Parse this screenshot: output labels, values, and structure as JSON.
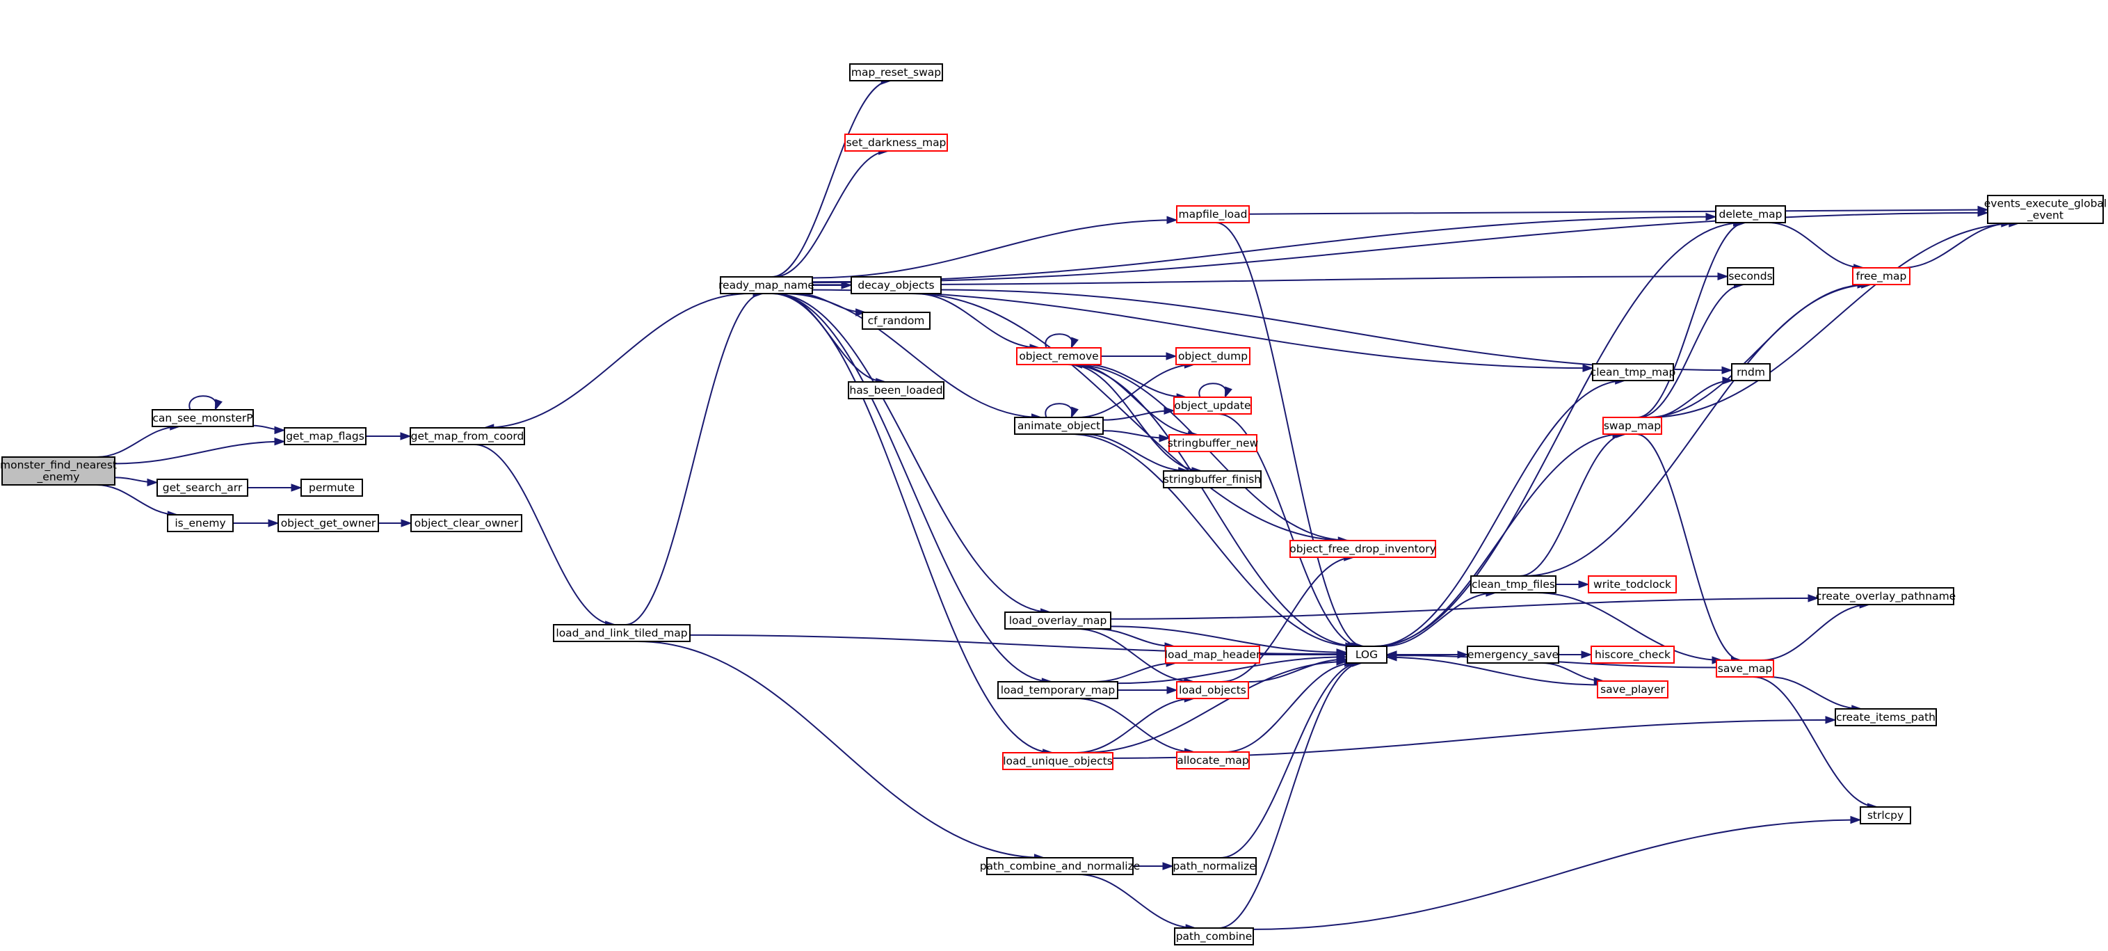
{
  "graph": {
    "edge_color": "#191970",
    "node_border_default": "#000000",
    "node_border_external": "#ff0000",
    "root_fill": "#bfbfbf",
    "nodes": [
      {
        "id": "monster_find_nearest_enemy",
        "lines": [
          "monster_find_nearest",
          "_enemy"
        ],
        "style": "root"
      },
      {
        "id": "can_see_monsterP",
        "lines": [
          "can_see_monsterP"
        ],
        "style": "black"
      },
      {
        "id": "get_map_flags",
        "lines": [
          "get_map_flags"
        ],
        "style": "black"
      },
      {
        "id": "get_search_arr",
        "lines": [
          "get_search_arr"
        ],
        "style": "black"
      },
      {
        "id": "permute",
        "lines": [
          "permute"
        ],
        "style": "black"
      },
      {
        "id": "is_enemy",
        "lines": [
          "is_enemy"
        ],
        "style": "black"
      },
      {
        "id": "object_get_owner",
        "lines": [
          "object_get_owner"
        ],
        "style": "black"
      },
      {
        "id": "object_clear_owner",
        "lines": [
          "object_clear_owner"
        ],
        "style": "black"
      },
      {
        "id": "get_map_from_coord",
        "lines": [
          "get_map_from_coord"
        ],
        "style": "black"
      },
      {
        "id": "load_and_link_tiled_map",
        "lines": [
          "load_and_link_tiled_map"
        ],
        "style": "black"
      },
      {
        "id": "ready_map_name",
        "lines": [
          "ready_map_name"
        ],
        "style": "black"
      },
      {
        "id": "map_reset_swap",
        "lines": [
          "map_reset_swap"
        ],
        "style": "black"
      },
      {
        "id": "set_darkness_map",
        "lines": [
          "set_darkness_map"
        ],
        "style": "red"
      },
      {
        "id": "decay_objects",
        "lines": [
          "decay_objects"
        ],
        "style": "black"
      },
      {
        "id": "cf_random",
        "lines": [
          "cf_random"
        ],
        "style": "black"
      },
      {
        "id": "has_been_loaded",
        "lines": [
          "has_been_loaded"
        ],
        "style": "black"
      },
      {
        "id": "animate_object",
        "lines": [
          "animate_object"
        ],
        "style": "black"
      },
      {
        "id": "load_overlay_map",
        "lines": [
          "load_overlay_map"
        ],
        "style": "black"
      },
      {
        "id": "load_temporary_map",
        "lines": [
          "load_temporary_map"
        ],
        "style": "black"
      },
      {
        "id": "load_unique_objects",
        "lines": [
          "load_unique_objects"
        ],
        "style": "red"
      },
      {
        "id": "path_combine_and_normalize",
        "lines": [
          "path_combine_and_normalize"
        ],
        "style": "black"
      },
      {
        "id": "path_normalize",
        "lines": [
          "path_normalize"
        ],
        "style": "black"
      },
      {
        "id": "path_combine",
        "lines": [
          "path_combine"
        ],
        "style": "black"
      },
      {
        "id": "mapfile_load",
        "lines": [
          "mapfile_load"
        ],
        "style": "red"
      },
      {
        "id": "object_remove",
        "lines": [
          "object_remove"
        ],
        "style": "red"
      },
      {
        "id": "object_dump",
        "lines": [
          "object_dump"
        ],
        "style": "red"
      },
      {
        "id": "object_update",
        "lines": [
          "object_update"
        ],
        "style": "red"
      },
      {
        "id": "stringbuffer_new",
        "lines": [
          "stringbuffer_new"
        ],
        "style": "red"
      },
      {
        "id": "stringbuffer_finish",
        "lines": [
          "stringbuffer_finish"
        ],
        "style": "black"
      },
      {
        "id": "object_free_drop_inventory",
        "lines": [
          "object_free_drop_inventory"
        ],
        "style": "red"
      },
      {
        "id": "load_map_header",
        "lines": [
          "load_map_header"
        ],
        "style": "red"
      },
      {
        "id": "load_objects",
        "lines": [
          "load_objects"
        ],
        "style": "red"
      },
      {
        "id": "allocate_map",
        "lines": [
          "allocate_map"
        ],
        "style": "red"
      },
      {
        "id": "LOG",
        "lines": [
          "LOG"
        ],
        "style": "black"
      },
      {
        "id": "clean_tmp_files",
        "lines": [
          "clean_tmp_files"
        ],
        "style": "black"
      },
      {
        "id": "emergency_save",
        "lines": [
          "emergency_save"
        ],
        "style": "black"
      },
      {
        "id": "write_todclock",
        "lines": [
          "write_todclock"
        ],
        "style": "red"
      },
      {
        "id": "hiscore_check",
        "lines": [
          "hiscore_check"
        ],
        "style": "red"
      },
      {
        "id": "save_player",
        "lines": [
          "save_player"
        ],
        "style": "red"
      },
      {
        "id": "clean_tmp_map",
        "lines": [
          "clean_tmp_map"
        ],
        "style": "black"
      },
      {
        "id": "swap_map",
        "lines": [
          "swap_map"
        ],
        "style": "red"
      },
      {
        "id": "delete_map",
        "lines": [
          "delete_map"
        ],
        "style": "black"
      },
      {
        "id": "seconds",
        "lines": [
          "seconds"
        ],
        "style": "black"
      },
      {
        "id": "rndm",
        "lines": [
          "rndm"
        ],
        "style": "black"
      },
      {
        "id": "free_map",
        "lines": [
          "free_map"
        ],
        "style": "red"
      },
      {
        "id": "events_execute_global_event",
        "lines": [
          "events_execute_global",
          "_event"
        ],
        "style": "black"
      },
      {
        "id": "save_map",
        "lines": [
          "save_map"
        ],
        "style": "red"
      },
      {
        "id": "create_overlay_pathname",
        "lines": [
          "create_overlay_pathname"
        ],
        "style": "black"
      },
      {
        "id": "create_items_path",
        "lines": [
          "create_items_path"
        ],
        "style": "black"
      },
      {
        "id": "strlcpy",
        "lines": [
          "strlcpy"
        ],
        "style": "black"
      }
    ],
    "edges": [
      [
        "monster_find_nearest_enemy",
        "can_see_monsterP"
      ],
      [
        "monster_find_nearest_enemy",
        "get_map_flags"
      ],
      [
        "monster_find_nearest_enemy",
        "get_search_arr"
      ],
      [
        "monster_find_nearest_enemy",
        "is_enemy"
      ],
      [
        "can_see_monsterP",
        "can_see_monsterP"
      ],
      [
        "can_see_monsterP",
        "get_map_flags"
      ],
      [
        "get_map_flags",
        "get_map_from_coord"
      ],
      [
        "get_search_arr",
        "permute"
      ],
      [
        "is_enemy",
        "object_get_owner"
      ],
      [
        "object_get_owner",
        "object_clear_owner"
      ],
      [
        "get_map_from_coord",
        "load_and_link_tiled_map"
      ],
      [
        "load_and_link_tiled_map",
        "ready_map_name"
      ],
      [
        "load_and_link_tiled_map",
        "LOG"
      ],
      [
        "load_and_link_tiled_map",
        "path_combine_and_normalize"
      ],
      [
        "ready_map_name",
        "map_reset_swap"
      ],
      [
        "ready_map_name",
        "set_darkness_map"
      ],
      [
        "ready_map_name",
        "decay_objects"
      ],
      [
        "ready_map_name",
        "cf_random"
      ],
      [
        "ready_map_name",
        "has_been_loaded"
      ],
      [
        "ready_map_name",
        "animate_object"
      ],
      [
        "ready_map_name",
        "load_overlay_map"
      ],
      [
        "ready_map_name",
        "load_temporary_map"
      ],
      [
        "ready_map_name",
        "load_unique_objects"
      ],
      [
        "ready_map_name",
        "mapfile_load"
      ],
      [
        "ready_map_name",
        "events_execute_global_event"
      ],
      [
        "ready_map_name",
        "delete_map"
      ],
      [
        "ready_map_name",
        "seconds"
      ],
      [
        "ready_map_name",
        "clean_tmp_map"
      ],
      [
        "ready_map_name",
        "get_map_from_coord"
      ],
      [
        "decay_objects",
        "object_remove"
      ],
      [
        "decay_objects",
        "rndm"
      ],
      [
        "decay_objects",
        "object_free_drop_inventory"
      ],
      [
        "object_remove",
        "object_remove"
      ],
      [
        "object_remove",
        "object_dump"
      ],
      [
        "object_remove",
        "object_update"
      ],
      [
        "object_remove",
        "stringbuffer_new"
      ],
      [
        "object_remove",
        "stringbuffer_finish"
      ],
      [
        "object_remove",
        "LOG"
      ],
      [
        "animate_object",
        "animate_object"
      ],
      [
        "animate_object",
        "object_dump"
      ],
      [
        "animate_object",
        "object_update"
      ],
      [
        "animate_object",
        "stringbuffer_new"
      ],
      [
        "animate_object",
        "stringbuffer_finish"
      ],
      [
        "animate_object",
        "LOG"
      ],
      [
        "object_update",
        "object_update"
      ],
      [
        "object_update",
        "LOG"
      ],
      [
        "mapfile_load",
        "events_execute_global_event"
      ],
      [
        "mapfile_load",
        "LOG"
      ],
      [
        "load_overlay_map",
        "load_map_header"
      ],
      [
        "load_overlay_map",
        "load_objects"
      ],
      [
        "load_overlay_map",
        "LOG"
      ],
      [
        "load_overlay_map",
        "create_overlay_pathname"
      ],
      [
        "load_temporary_map",
        "load_map_header"
      ],
      [
        "load_temporary_map",
        "load_objects"
      ],
      [
        "load_temporary_map",
        "allocate_map"
      ],
      [
        "load_temporary_map",
        "LOG"
      ],
      [
        "load_unique_objects",
        "load_objects"
      ],
      [
        "load_unique_objects",
        "LOG"
      ],
      [
        "load_unique_objects",
        "create_items_path"
      ],
      [
        "load_map_header",
        "LOG"
      ],
      [
        "load_objects",
        "object_free_drop_inventory"
      ],
      [
        "load_objects",
        "LOG"
      ],
      [
        "allocate_map",
        "LOG"
      ],
      [
        "object_free_drop_inventory",
        "object_remove"
      ],
      [
        "path_combine_and_normalize",
        "path_normalize"
      ],
      [
        "path_combine_and_normalize",
        "path_combine"
      ],
      [
        "path_normalize",
        "LOG"
      ],
      [
        "path_combine",
        "LOG"
      ],
      [
        "path_combine",
        "strlcpy"
      ],
      [
        "LOG",
        "clean_tmp_files"
      ],
      [
        "LOG",
        "emergency_save"
      ],
      [
        "LOG",
        "delete_map"
      ],
      [
        "LOG",
        "swap_map"
      ],
      [
        "LOG",
        "clean_tmp_map"
      ],
      [
        "clean_tmp_files",
        "write_todclock"
      ],
      [
        "clean_tmp_files",
        "swap_map"
      ],
      [
        "clean_tmp_files",
        "save_map"
      ],
      [
        "clean_tmp_files",
        "free_map"
      ],
      [
        "emergency_save",
        "hiscore_check"
      ],
      [
        "emergency_save",
        "save_player"
      ],
      [
        "emergency_save",
        "LOG"
      ],
      [
        "hiscore_check",
        "LOG"
      ],
      [
        "save_player",
        "LOG"
      ],
      [
        "swap_map",
        "delete_map"
      ],
      [
        "swap_map",
        "seconds"
      ],
      [
        "swap_map",
        "rndm"
      ],
      [
        "swap_map",
        "free_map"
      ],
      [
        "swap_map",
        "events_execute_global_event"
      ],
      [
        "swap_map",
        "save_map"
      ],
      [
        "delete_map",
        "free_map"
      ],
      [
        "free_map",
        "events_execute_global_event"
      ],
      [
        "save_map",
        "create_overlay_pathname"
      ],
      [
        "save_map",
        "create_items_path"
      ],
      [
        "save_map",
        "strlcpy"
      ],
      [
        "save_map",
        "LOG"
      ]
    ]
  }
}
